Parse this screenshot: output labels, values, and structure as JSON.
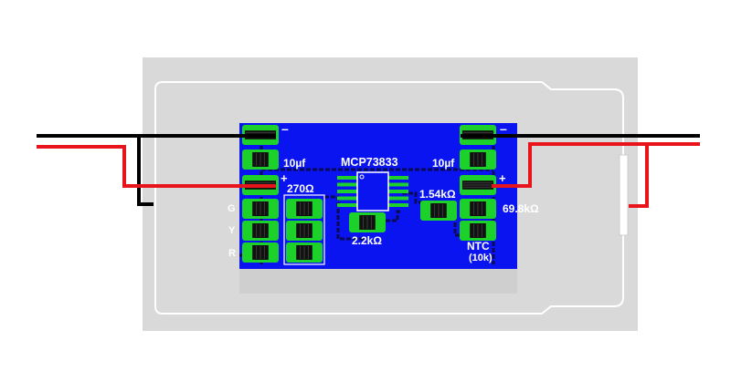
{
  "labels": {
    "chip": "MCP73833",
    "cap_left": "10µf",
    "cap_right": "10µf",
    "res_270": "270Ω",
    "res_154k": "1.54kΩ",
    "res_22k": "2.2kΩ",
    "res_698k": "69.8kΩ",
    "ntc": "NTC",
    "ntc_value": "(10k)",
    "led_g": "G",
    "led_y": "Y",
    "led_r": "R",
    "neg_left": "–",
    "neg_right": "–",
    "pos_left": "+",
    "pos_right": "+"
  },
  "colors": {
    "board": "#0a14f0",
    "copper_trace": "#0a0a55",
    "pad": "#1dd12b",
    "part_body": "#111111",
    "wire_black": "#000000",
    "wire_red": "#e8141c",
    "enclosure": "#d9d9d9",
    "outline": "#ffffff"
  }
}
